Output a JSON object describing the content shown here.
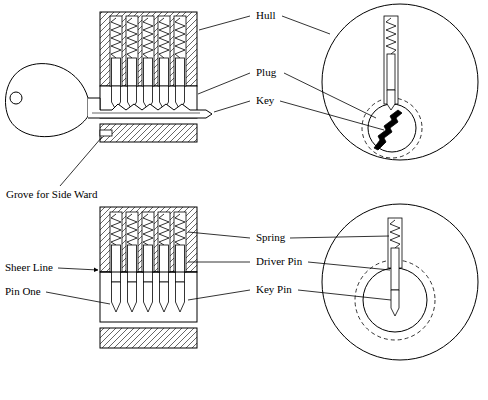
{
  "diagram": {
    "labels": [
      "Hull",
      "Plug",
      "Key",
      "Grove for Side Ward",
      "Spring",
      "Driver Pin",
      "Sheer Line",
      "Pin One",
      "Key Pin"
    ]
  }
}
